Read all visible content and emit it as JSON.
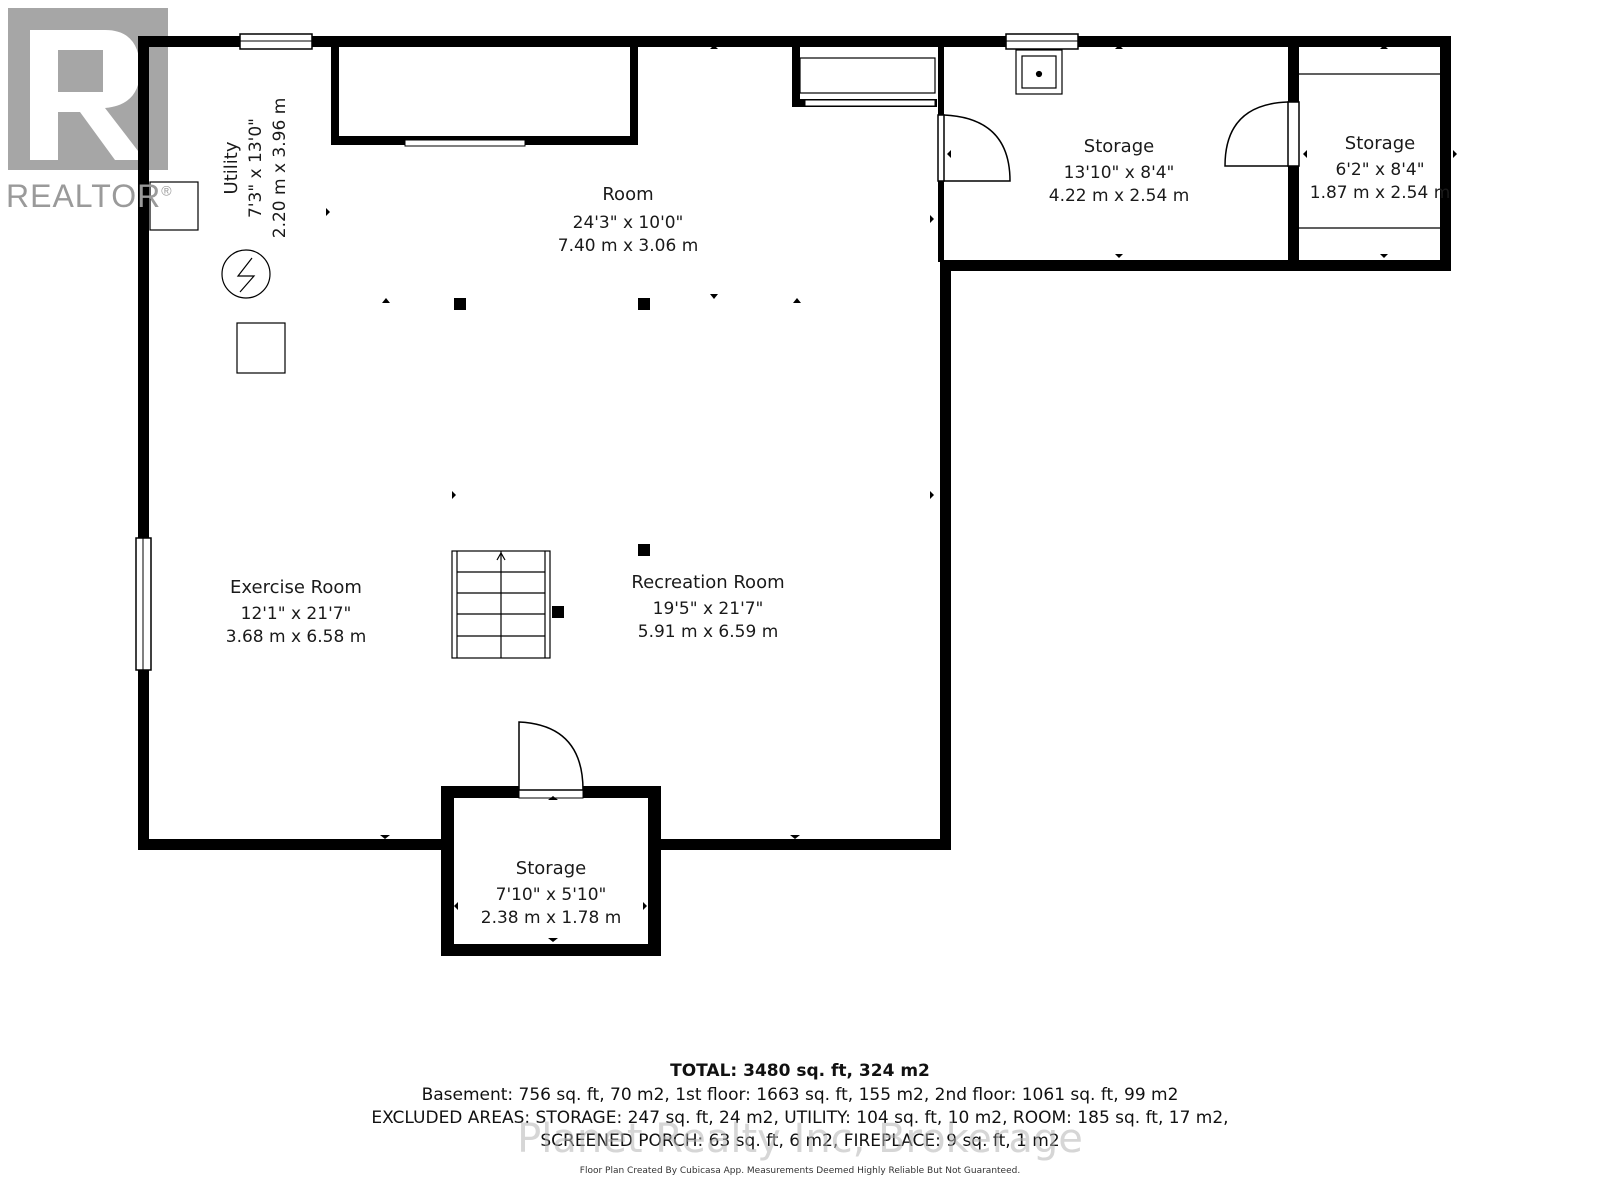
{
  "logo": {
    "text": "REALTOR",
    "reg": "®"
  },
  "rooms": {
    "utility": {
      "name": "Utility",
      "dim_imperial": "7'3\" x 13'0\"",
      "dim_metric": "2.20 m x 3.96 m"
    },
    "room": {
      "name": "Room",
      "dim_imperial": "24'3\" x 10'0\"",
      "dim_metric": "7.40 m x 3.06 m"
    },
    "storage_a": {
      "name": "Storage",
      "dim_imperial": "13'10\" x 8'4\"",
      "dim_metric": "4.22 m x 2.54 m"
    },
    "storage_b": {
      "name": "Storage",
      "dim_imperial": "6'2\" x 8'4\"",
      "dim_metric": "1.87 m x 2.54 m"
    },
    "exercise": {
      "name": "Exercise Room",
      "dim_imperial": "12'1\" x 21'7\"",
      "dim_metric": "3.68 m x 6.58 m"
    },
    "recreation": {
      "name": "Recreation Room",
      "dim_imperial": "19'5\" x 21'7\"",
      "dim_metric": "5.91 m x 6.59 m"
    },
    "storage_c": {
      "name": "Storage",
      "dim_imperial": "7'10\" x 5'10\"",
      "dim_metric": "2.38 m x 1.78 m"
    }
  },
  "footer": {
    "total": "TOTAL: 3480 sq. ft, 324 m2",
    "line1": "Basement: 756 sq. ft, 70 m2, 1st floor: 1663 sq. ft, 155 m2, 2nd floor: 1061 sq. ft, 99 m2",
    "line2": "EXCLUDED AREAS: STORAGE: 247 sq. ft, 24 m2, UTILITY: 104 sq. ft, 10 m2, ROOM: 185 sq. ft, 17 m2,",
    "line3": "SCREENED PORCH: 63 sq. ft, 6 m2, FIREPLACE: 9 sq. ft, 1 m2",
    "credit": "Floor Plan Created By Cubicasa App. Measurements Deemed Highly Reliable But Not Guaranteed.",
    "watermark": "Planet Realty Inc, Brokerage"
  }
}
